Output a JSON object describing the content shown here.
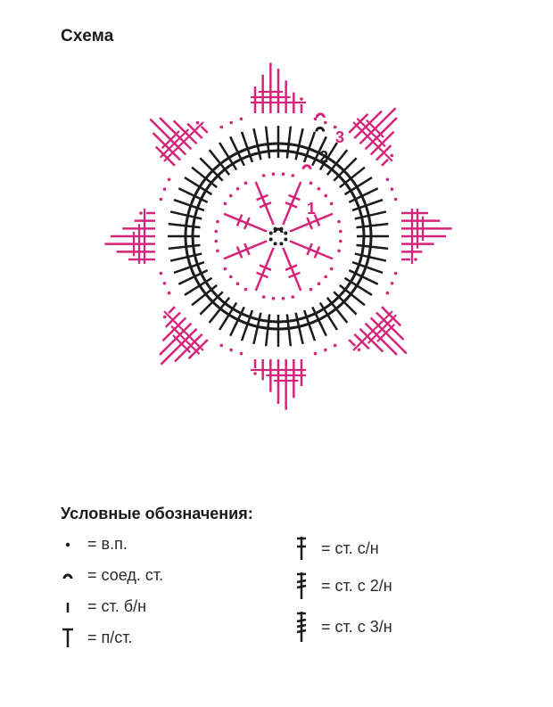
{
  "title": "Схема",
  "rounds": [
    "1",
    "2",
    "3"
  ],
  "colors": {
    "pink": "#d6247a",
    "black": "#1b1b1b"
  },
  "legend": {
    "title": "Условные обозначения:",
    "items": [
      {
        "symbol": "chain-dot-icon",
        "text": "= в.п."
      },
      {
        "symbol": "slip-stitch-icon",
        "text": "= соед. ст."
      },
      {
        "symbol": "single-crochet-icon",
        "text": "= ст. б/н"
      },
      {
        "symbol": "half-double-crochet-icon",
        "text": "= п/ст."
      },
      {
        "symbol": "double-crochet-icon",
        "text": "= ст. с/н"
      },
      {
        "symbol": "treble-crochet-icon",
        "text": "= ст. с 2/н"
      },
      {
        "symbol": "double-treble-crochet-icon",
        "text": "= ст. с 3/н"
      }
    ]
  }
}
